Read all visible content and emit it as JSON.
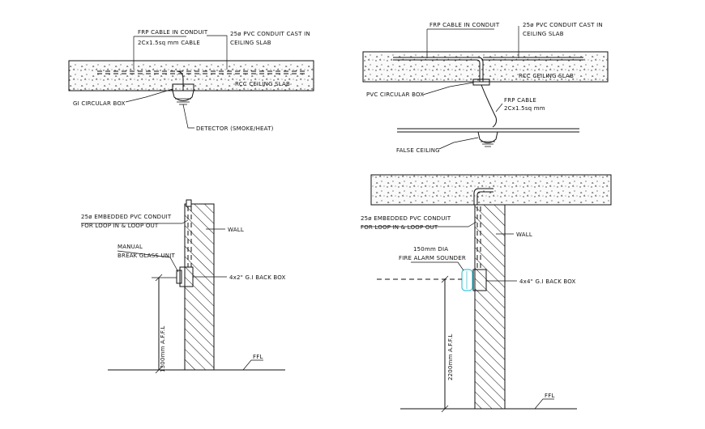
{
  "details": {
    "top_left": {
      "frp_cable": "FRP CABLE IN CONDUIT",
      "cable_size": "2Cx1.5sq mm CABLE",
      "pvc_conduit": "25ø PVC CONDUIT CAST IN",
      "pvc_conduit_2": "CEILING SLAB",
      "rcc_slab": "RCC CEILING SLAB",
      "gi_box": "GI CIRCULAR BOX",
      "detector": "DETECTOR (SMOKE/HEAT)"
    },
    "top_right": {
      "frp_cable": "FRP CABLE IN CONDUIT",
      "pvc_conduit": "25ø PVC CONDUIT CAST IN",
      "pvc_conduit_2": "CEILING SLAB",
      "rcc_slab": "RCC CEILING SLAB",
      "pvc_box": "PVC CIRCULAR BOX",
      "frp_cable_2": "FRP CABLE",
      "cable_size": "2Cx1.5sq mm",
      "false_ceiling": "FALSE CEILING"
    },
    "bottom_left": {
      "conduit": "25ø EMBEDDED PVC CONDUIT",
      "conduit_2": "FOR LOOP IN & LOOP OUT",
      "wall": "WALL",
      "manual": "MANUAL",
      "break_glass": "BREAK GLASS UNIT",
      "back_box": "4x2\" G.I BACK BOX",
      "height": "1300mm A.F.F.L",
      "ffl": "FFL"
    },
    "bottom_right": {
      "conduit": "25ø EMBEDDED PVC CONDUIT",
      "conduit_2": "FOR LOOP IN & LOOP OUT",
      "wall": "WALL",
      "sounder": "150mm DIA",
      "sounder_2": "FIRE ALARM SOUNDER",
      "back_box": "4x4\" G.I BACK BOX",
      "height": "2200mm A.F.F.L",
      "ffl": "FFL"
    }
  },
  "colors": {
    "line": "#111111",
    "sounder_accent": "#3ec7d8"
  }
}
